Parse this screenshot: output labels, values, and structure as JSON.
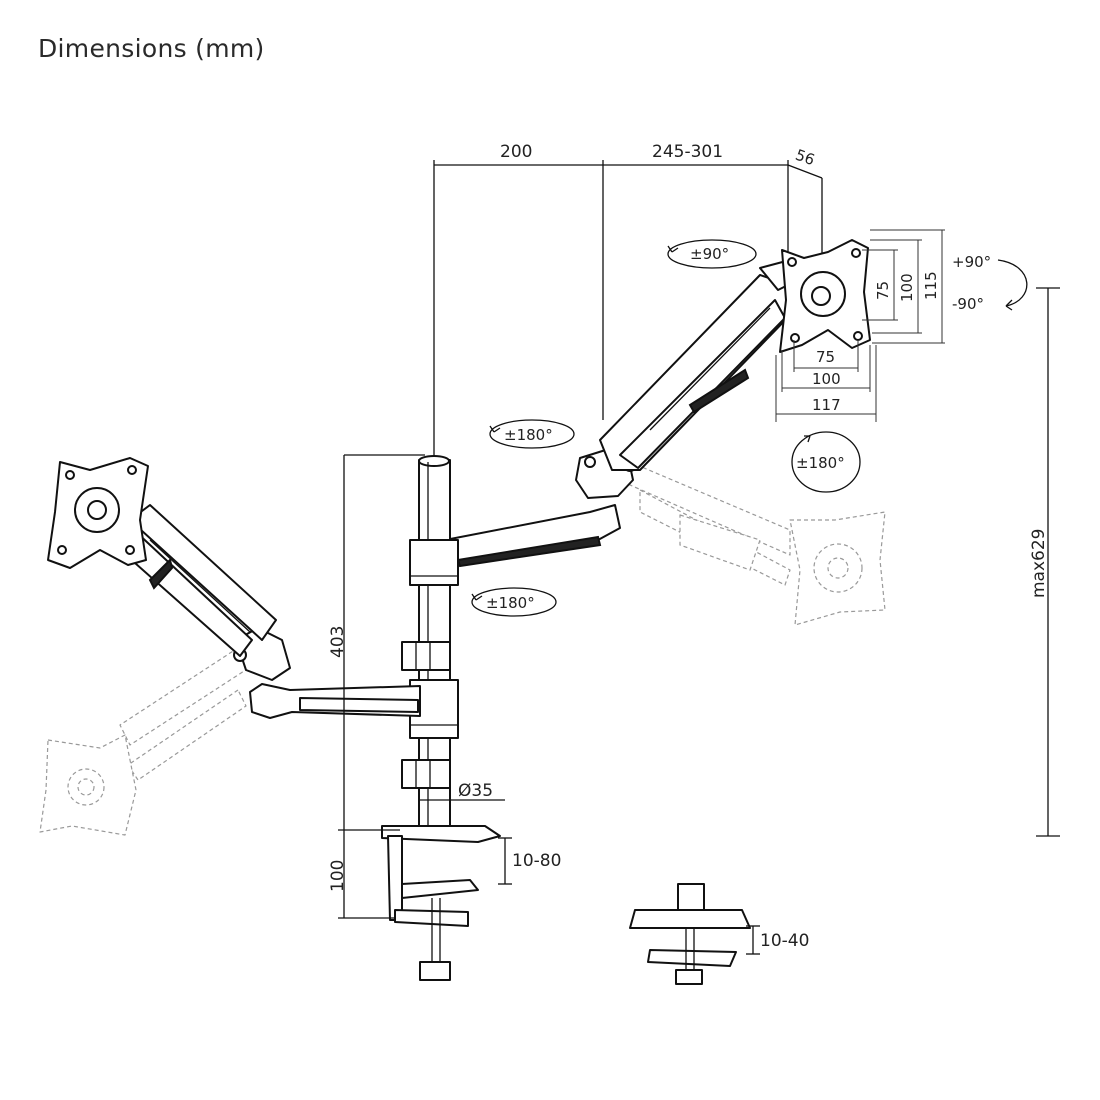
{
  "title": "Dimensions (mm)",
  "dimensions": {
    "arm_reach_inner": "200",
    "arm_reach_outer": "245-301",
    "plate_depth": "56",
    "pole_height": "403",
    "max_height": "max629",
    "clamp_height": "100",
    "pole_diameter": "Ø35",
    "clamp_range": "10-80",
    "grommet_range": "10-40",
    "vesa_small_w": "75",
    "vesa_large_w": "100",
    "plate_width": "117",
    "vesa_small_h": "75",
    "vesa_large_h": "100",
    "plate_height": "115"
  },
  "rotations": {
    "tilt_top": "±90°",
    "tilt_plus": "+90°",
    "tilt_minus": "-90°",
    "swivel_arm_upper": "±180°",
    "swivel_arm_lower": "±180°",
    "swivel_head": "±180°"
  }
}
